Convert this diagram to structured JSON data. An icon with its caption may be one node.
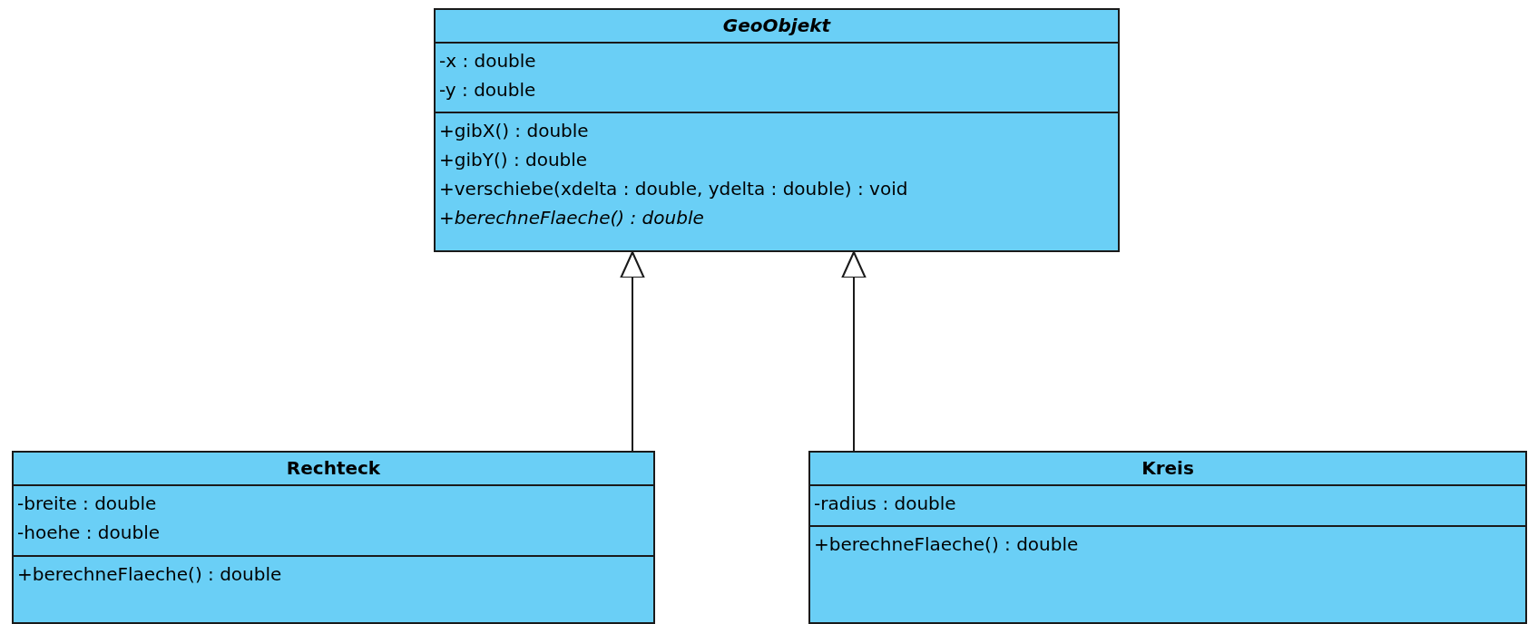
{
  "diagram": {
    "nodes": [
      {
        "text": [
          "GeoObjekt",
          "-x : double",
          "-y : double",
          "+gibX() : double",
          "+gibY() : double",
          "+verschiebe(xdelta : double, ydelta : double) : void",
          "+berechneFlaeche() : double"
        ]
      },
      {
        "text": [
          "Rechteck",
          "-breite : double",
          "-hoehe : double",
          "+berechneFlaeche() : double"
        ]
      },
      {
        "text": [
          "Kreis",
          "-radius : double",
          "+berechneFlaeche() : double"
        ]
      }
    ],
    "edges": [
      {
        "from": 1,
        "to": 0,
        "arrow": "to"
      },
      {
        "from": 2,
        "to": 0,
        "arrow": "to"
      }
    ]
  }
}
